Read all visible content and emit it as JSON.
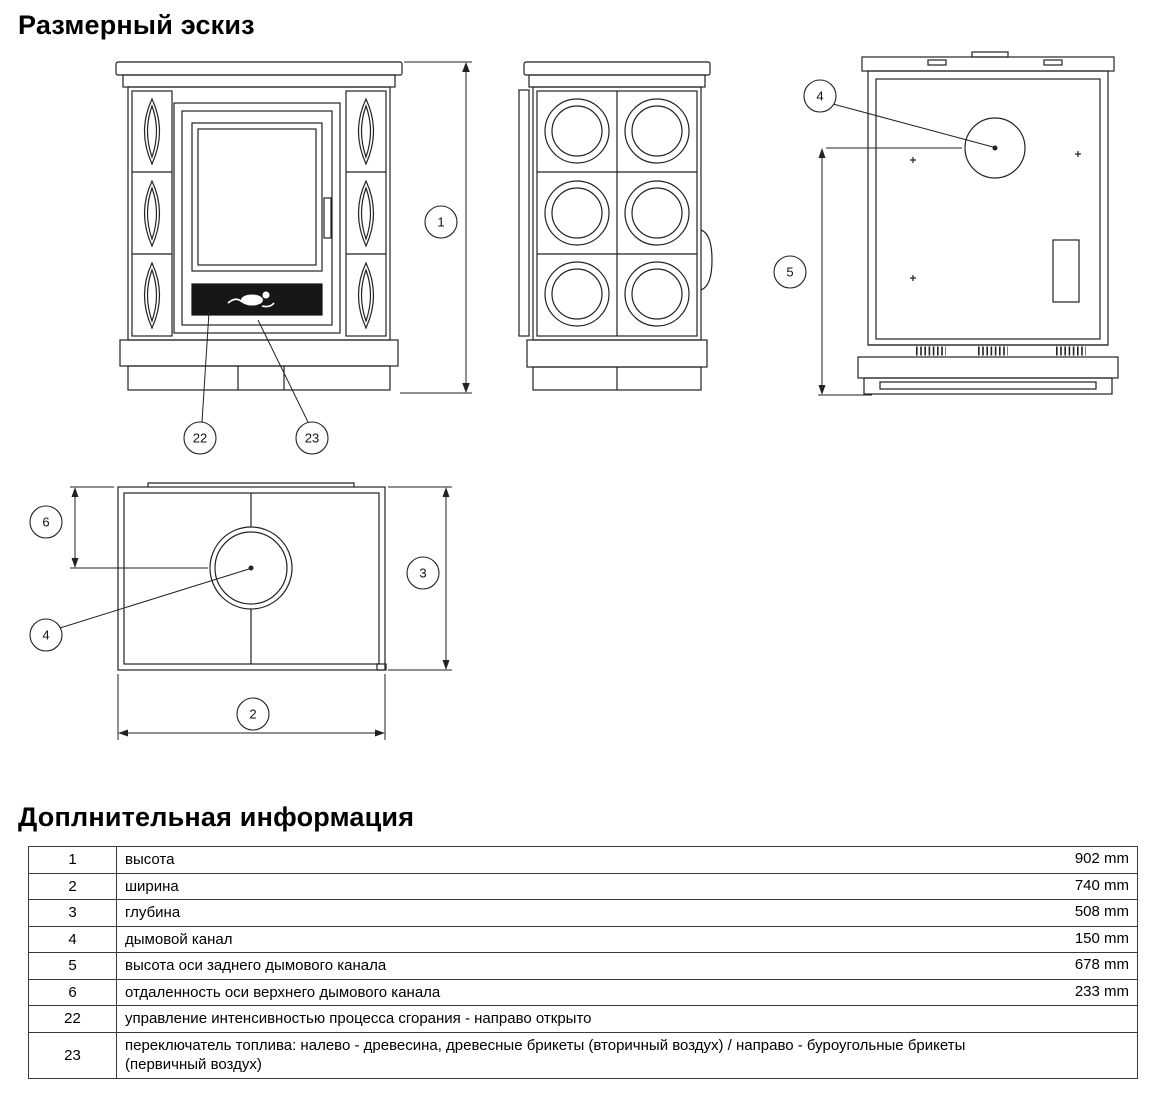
{
  "page": {
    "title": "Размерный эскиз",
    "section_title": "Доплнительная информация"
  },
  "callouts": {
    "n1": "1",
    "n2": "2",
    "n3": "3",
    "n4": "4",
    "n5": "5",
    "n6": "6",
    "n22": "22",
    "n23": "23"
  },
  "table": {
    "rows": [
      {
        "num": "1",
        "desc": "высота",
        "value": "902 mm"
      },
      {
        "num": "2",
        "desc": "ширина",
        "value": "740 mm"
      },
      {
        "num": "3",
        "desc": "глубина",
        "value": "508 mm"
      },
      {
        "num": "4",
        "desc": "дымовой канал",
        "value": "150 mm"
      },
      {
        "num": "5",
        "desc": "высота оси заднего дымового канала",
        "value": "678 mm"
      },
      {
        "num": "6",
        "desc": "отдаленность оси верхнего дымового канала",
        "value": "233 mm"
      },
      {
        "num": "22",
        "desc": "управление интенсивностью процесса сгорания - направо открыто",
        "value": ""
      },
      {
        "num": "23",
        "desc": "переключатель топлива: налево - древесина, древесные брикеты (вторичный воздух) / направо - буроугольные брикеты (первичный воздух)",
        "value": ""
      }
    ]
  }
}
